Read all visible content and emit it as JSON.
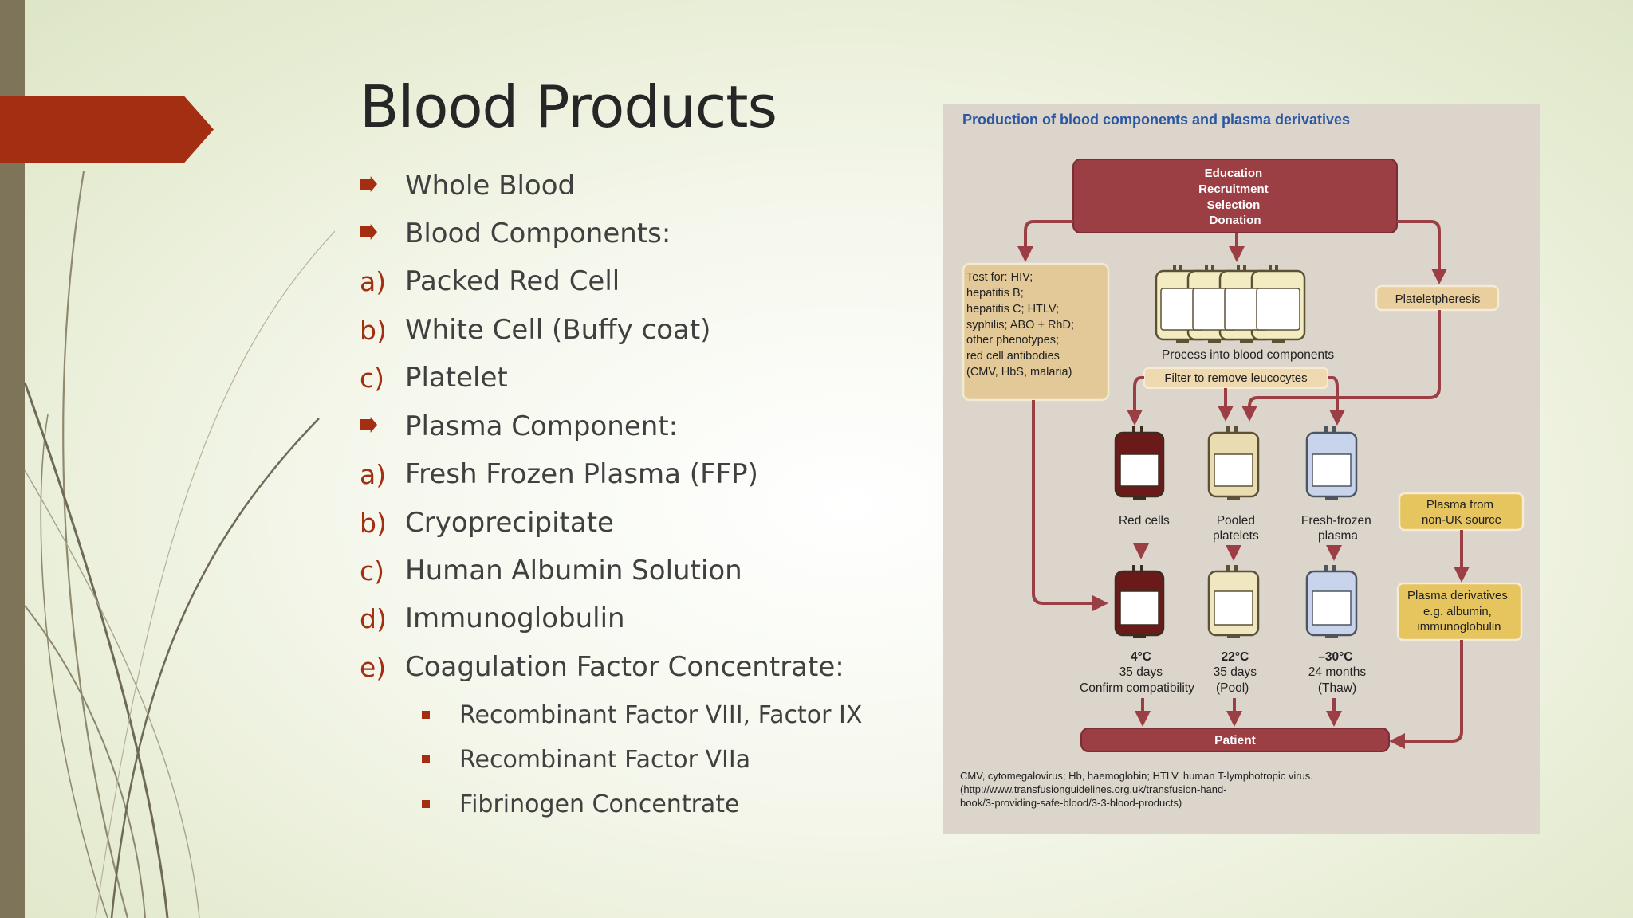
{
  "slide": {
    "title": "Blood Products",
    "bullets": [
      {
        "marker": "",
        "type": "arrow",
        "text": "Whole Blood"
      },
      {
        "marker": "",
        "type": "arrow",
        "text": "Blood Components:"
      },
      {
        "marker": "a)",
        "type": "letter",
        "text": "Packed Red Cell"
      },
      {
        "marker": "b)",
        "type": "letter",
        "text": "White Cell (Buffy coat)"
      },
      {
        "marker": "c)",
        "type": "letter",
        "text": "Platelet"
      },
      {
        "marker": "",
        "type": "arrow",
        "text": "Plasma Component:"
      },
      {
        "marker": "a)",
        "type": "letter",
        "text": "Fresh Frozen Plasma (FFP)"
      },
      {
        "marker": "b)",
        "type": "letter",
        "text": "Cryoprecipitate"
      },
      {
        "marker": "c)",
        "type": "letter",
        "text": "Human Albumin Solution"
      },
      {
        "marker": "d)",
        "type": "letter",
        "text": "Immunoglobulin"
      },
      {
        "marker": "e)",
        "type": "letter",
        "text": "Coagulation Factor Concentrate:"
      },
      {
        "marker": "",
        "type": "square",
        "text": "Recombinant Factor VIII, Factor IX"
      },
      {
        "marker": "",
        "type": "square",
        "text": "Recombinant Factor VIIa"
      },
      {
        "marker": "",
        "type": "square",
        "text": "Fibrinogen Concentrate"
      }
    ]
  },
  "figure": {
    "title": "Production of blood components and plasma derivatives",
    "top_box": [
      "Education",
      "Recruitment",
      "Selection",
      "Donation"
    ],
    "test_box": [
      "Test for: HIV;",
      "hepatitis B;",
      "hepatitis C; HTLV;",
      "syphilis; ABO + RhD;",
      "other phenotypes;",
      "red cell antibodies",
      "(CMV, HbS, malaria)"
    ],
    "plateletpheresis": "Plateletpheresis",
    "process_label": "Process into blood components",
    "filter_label": "Filter to remove leucocytes",
    "products": [
      {
        "name": [
          "Red cells"
        ],
        "temp": "4°C",
        "duration": "35 days"
      },
      {
        "name": [
          "Pooled",
          "platelets"
        ],
        "temp": "22°C",
        "duration": "35 days"
      },
      {
        "name": [
          "Fresh-frozen",
          "plasma"
        ],
        "temp": "–30°C",
        "duration": "24 months"
      }
    ],
    "confirm_label": "Confirm compatibility",
    "pool_label": "(Pool)",
    "thaw_label": "(Thaw)",
    "plasma_source": [
      "Plasma from",
      "non-UK source"
    ],
    "plasma_derivatives": [
      "Plasma derivatives",
      "e.g. albumin,",
      "immunoglobulin"
    ],
    "patient": "Patient",
    "footnote": [
      "CMV, cytomegalovirus; Hb, haemoglobin; HTLV, human T-lymphotropic virus.",
      "(http://www.transfusionguidelines.org.uk/transfusion-hand-",
      "book/3-providing-safe-blood/3-3-blood-products)"
    ],
    "colors": {
      "maroon": "#9b3f45",
      "tan_box": "#e3c997",
      "gold_box": "#e6c45e",
      "title_blue": "#2a57a4",
      "red_cells": "#6b1a1a",
      "platelets": "#e8dcb0",
      "plasma": "#c8d4ec"
    }
  },
  "colors": {
    "accent": "#a42e12",
    "side_bar": "#7d7459",
    "text": "#404040",
    "title": "#262626"
  }
}
